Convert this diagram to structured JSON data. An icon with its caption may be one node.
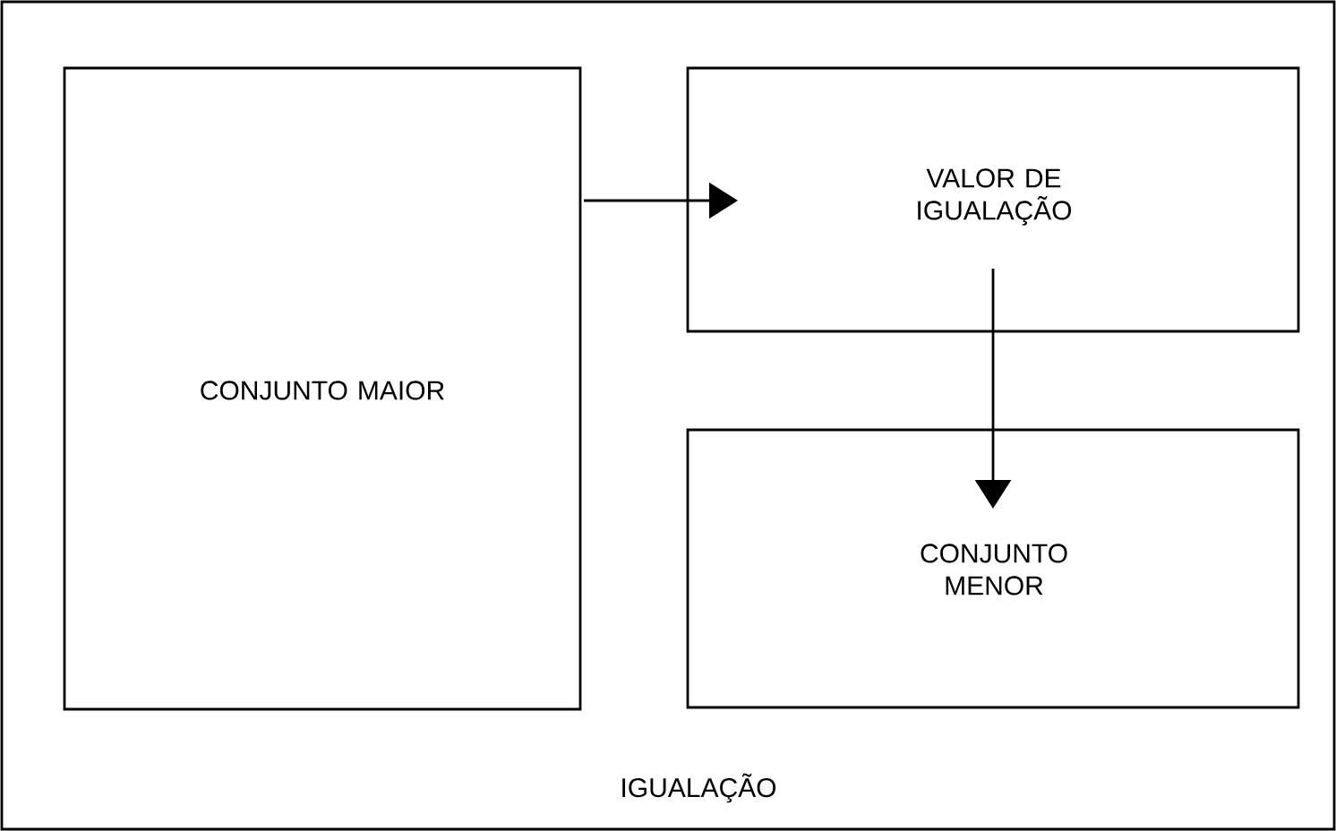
{
  "diagram": {
    "nodes": [
      {
        "text": [
          "IGUALAÇÃO"
        ]
      },
      {
        "text": [
          "CONJUNTO MAIOR"
        ],
        "in": 0
      },
      {
        "text": [
          "VALOR DE IGUALAÇÃO"
        ],
        "in": 0
      },
      {
        "text": [
          "CONJUNTO MENOR"
        ],
        "in": 0
      }
    ],
    "edges": [
      {
        "from": 1,
        "to": 2,
        "arrow": "to"
      },
      {
        "from": 2,
        "to": 3,
        "arrow": "to"
      }
    ]
  }
}
